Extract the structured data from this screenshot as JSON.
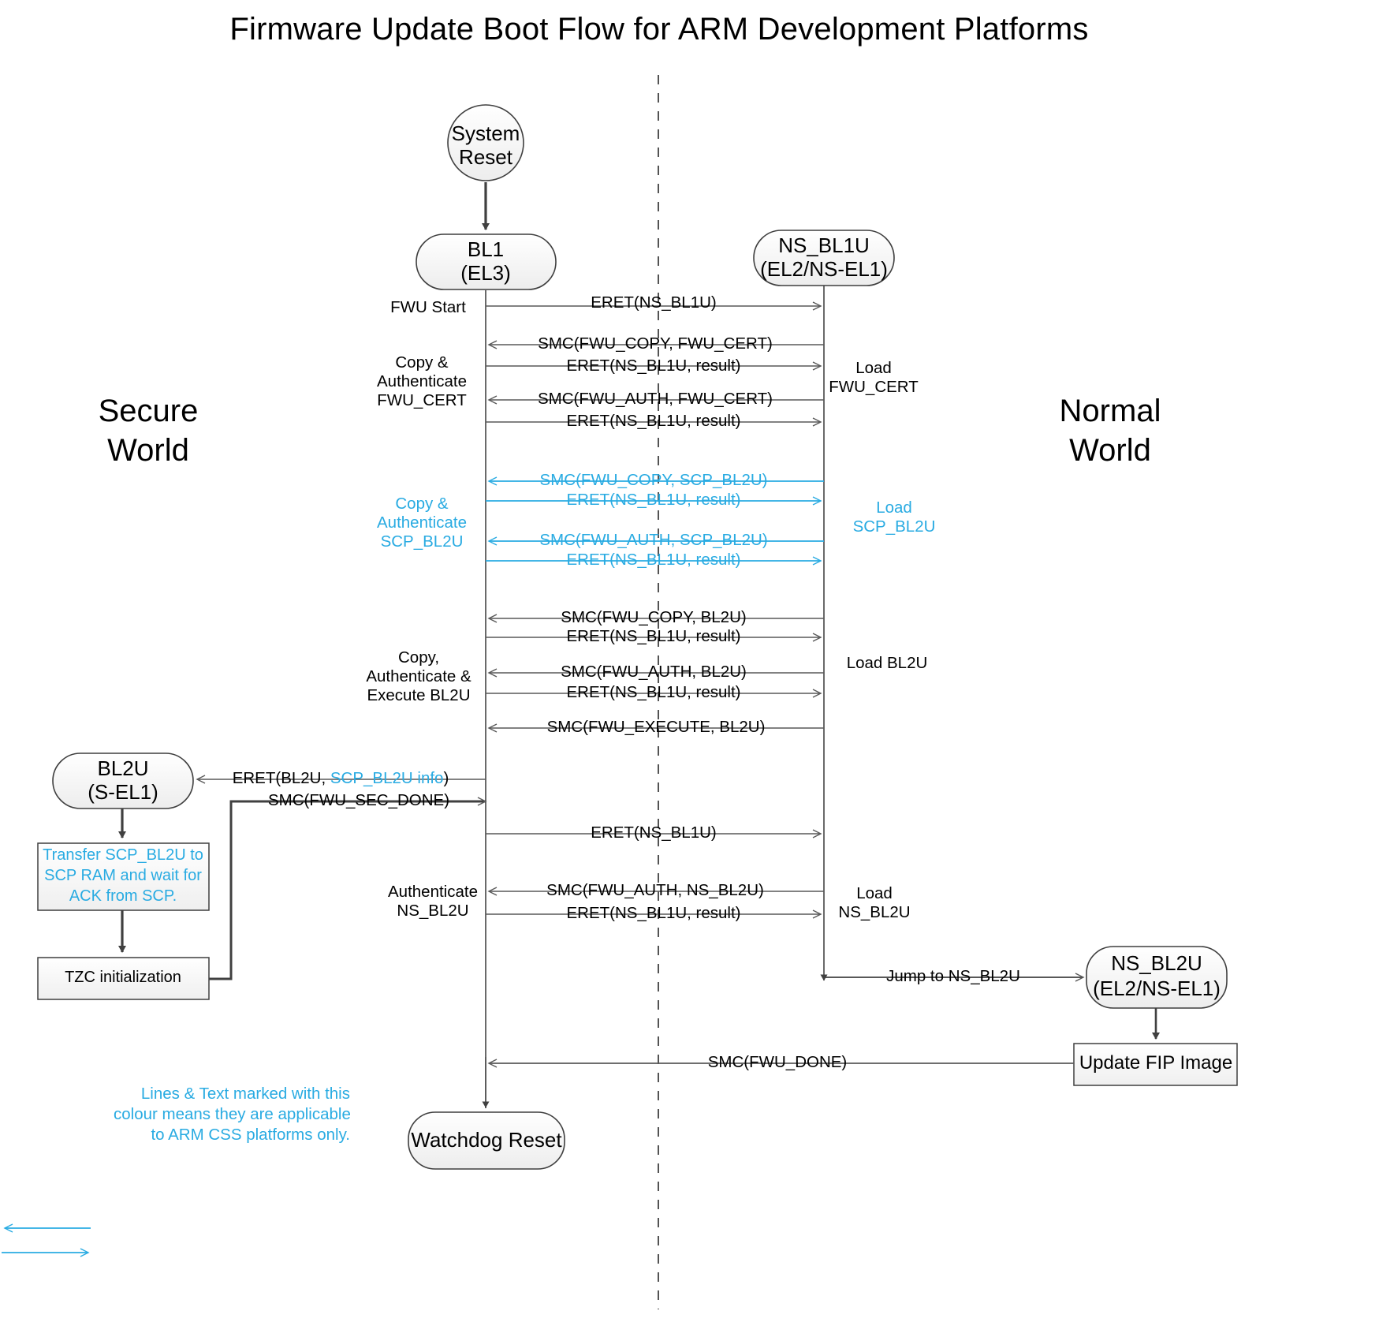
{
  "title": "Firmware Update Boot Flow for ARM Development Platforms",
  "colors": {
    "accent_cyan": "#29abe2",
    "line_dark": "#404040",
    "line_gray": "#595959",
    "node_fill": "#f2f2f2",
    "text": "#000000"
  },
  "worlds": {
    "secure_line1": "Secure",
    "secure_line2": "World",
    "normal_line1": "Normal",
    "normal_line2": "World"
  },
  "nodes": {
    "system_reset": {
      "line1": "System",
      "line2": "Reset"
    },
    "bl1": {
      "line1": "BL1",
      "line2": "(EL3)"
    },
    "ns_bl1u": {
      "line1": "NS_BL1U",
      "line2": "(EL2/NS-EL1)"
    },
    "bl2u": {
      "line1": "BL2U",
      "line2": "(S-EL1)"
    },
    "ns_bl2u": {
      "line1": "NS_BL2U",
      "line2": "(EL2/NS-EL1)"
    },
    "watchdog_reset": {
      "line1": "Watchdog Reset"
    },
    "transfer_box": {
      "line1": "Transfer SCP_BL2U to",
      "line2": "SCP RAM and wait for",
      "line3": "ACK from SCP."
    },
    "tzc_box": {
      "line1": "TZC initialization"
    },
    "update_fip_box": {
      "line1": "Update FIP Image"
    }
  },
  "messages": [
    {
      "id": "m1",
      "text": "ERET(NS_BL1U)",
      "dir": "right",
      "cyan": false
    },
    {
      "id": "m2",
      "text": "SMC(FWU_COPY, FWU_CERT)",
      "dir": "left",
      "cyan": false
    },
    {
      "id": "m3",
      "text": "ERET(NS_BL1U, result)",
      "dir": "right",
      "cyan": false
    },
    {
      "id": "m4",
      "text": "SMC(FWU_AUTH, FWU_CERT)",
      "dir": "left",
      "cyan": false
    },
    {
      "id": "m5",
      "text": "ERET(NS_BL1U, result)",
      "dir": "right",
      "cyan": false
    },
    {
      "id": "m6",
      "text": "SMC(FWU_COPY, SCP_BL2U)",
      "dir": "left",
      "cyan": true
    },
    {
      "id": "m7",
      "text": "ERET(NS_BL1U, result)",
      "dir": "right",
      "cyan": true
    },
    {
      "id": "m8",
      "text": "SMC(FWU_AUTH, SCP_BL2U)",
      "dir": "left",
      "cyan": true
    },
    {
      "id": "m9",
      "text": "ERET(NS_BL1U, result)",
      "dir": "right",
      "cyan": true
    },
    {
      "id": "m10",
      "text": "SMC(FWU_COPY, BL2U)",
      "dir": "left",
      "cyan": false
    },
    {
      "id": "m11",
      "text": "ERET(NS_BL1U, result)",
      "dir": "right",
      "cyan": false
    },
    {
      "id": "m12",
      "text": "SMC(FWU_AUTH, BL2U)",
      "dir": "left",
      "cyan": false
    },
    {
      "id": "m13",
      "text": "ERET(NS_BL1U, result)",
      "dir": "right",
      "cyan": false
    },
    {
      "id": "m14",
      "text": "SMC(FWU_EXECUTE, BL2U)",
      "dir": "left",
      "cyan": false
    },
    {
      "id": "m15",
      "text": "SMC(FWU_SEC_DONE)",
      "dir": "right",
      "cyan": false
    },
    {
      "id": "m16",
      "text": "ERET(NS_BL1U)",
      "dir": "right",
      "cyan": false
    },
    {
      "id": "m17",
      "text": "SMC(FWU_AUTH, NS_BL2U)",
      "dir": "left",
      "cyan": false
    },
    {
      "id": "m18",
      "text": "ERET(NS_BL1U, result)",
      "dir": "right",
      "cyan": false
    },
    {
      "id": "m19",
      "text": "Jump to NS_BL2U",
      "dir": "right",
      "cyan": false
    },
    {
      "id": "m20",
      "text": "SMC(FWU_DONE)",
      "dir": "left",
      "cyan": false
    }
  ],
  "eret_bl2u": {
    "prefix": "ERET(BL2U, ",
    "cyan_part": "SCP_BL2U info",
    "suffix": ")"
  },
  "left_annotations": [
    {
      "id": "a1",
      "lines": [
        "FWU Start"
      ],
      "cyan": false
    },
    {
      "id": "a2",
      "lines": [
        "Copy &",
        "Authenticate",
        "FWU_CERT"
      ],
      "cyan": false
    },
    {
      "id": "a3",
      "lines": [
        "Copy &",
        "Authenticate",
        "SCP_BL2U"
      ],
      "cyan": true
    },
    {
      "id": "a4",
      "lines": [
        "Copy,",
        "Authenticate &",
        "Execute BL2U"
      ],
      "cyan": false
    },
    {
      "id": "a5",
      "lines": [
        "Authenticate",
        "NS_BL2U"
      ],
      "cyan": false
    }
  ],
  "right_annotations": [
    {
      "id": "r1",
      "lines": [
        "Load",
        "FWU_CERT"
      ],
      "cyan": false
    },
    {
      "id": "r2",
      "lines": [
        "Load",
        "SCP_BL2U"
      ],
      "cyan": true
    },
    {
      "id": "r3",
      "lines": [
        "Load BL2U"
      ],
      "cyan": false
    },
    {
      "id": "r4",
      "lines": [
        "Load",
        "NS_BL2U"
      ],
      "cyan": false
    }
  ],
  "legend": {
    "line1": "Lines & Text marked with this",
    "line2": "colour means they are applicable",
    "line3": "to ARM CSS platforms only."
  }
}
